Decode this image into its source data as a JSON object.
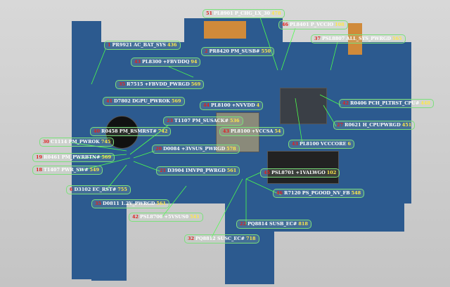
{
  "labels": [
    {
      "num": "1",
      "ref": "PR9921 AC_BAT_SYS",
      "value": "436"
    },
    {
      "num": "51",
      "ref": "PL8901 P_CHG_LX_30",
      "value": "478"
    },
    {
      "num": "46",
      "ref": "PL8401 P_VCCIO",
      "value": "108"
    },
    {
      "num": "2",
      "ref": "PR8420 PM_SUSB#",
      "value": "550"
    },
    {
      "num": "43",
      "ref": "PL8300 +FBVDDQ",
      "value": "94"
    },
    {
      "num": "37",
      "ref": "PSL8807 ALL_SYS_PWRGD",
      "value": "565"
    },
    {
      "num": "35",
      "ref": "R7515 +FBVDD_PWRGD",
      "value": "569"
    },
    {
      "num": "41",
      "ref": "D7802 DGPU_PWROK",
      "value": "569"
    },
    {
      "num": "44",
      "ref": "PL8100 +NVVDD",
      "value": "4"
    },
    {
      "num": "42",
      "ref": "R0406 PCH_PLTRST_CPU#",
      "value": "448"
    },
    {
      "num": "27",
      "ref": "R0621 H_CPUPWRGD",
      "value": "451"
    },
    {
      "num": "23",
      "ref": "T1107 PM_SUSACK#",
      "value": "536"
    },
    {
      "num": "43",
      "ref": "PL8100 +VCCSA",
      "value": "54"
    },
    {
      "num": "43",
      "ref": "PL8100 VCCCORE",
      "value": "6"
    },
    {
      "num": "40",
      "ref": "R0458 PM_RSMRST#",
      "value": "742"
    },
    {
      "num": "30",
      "ref": "C1114 PM_PWROK",
      "value": "745"
    },
    {
      "num": "19",
      "ref": "R0461 PM_PWRBTN#",
      "value": "569"
    },
    {
      "num": "18",
      "ref": "T1407 PWR_SW#",
      "value": "549"
    },
    {
      "num": "20",
      "ref": "D0084 +3VSUS_PWRGD",
      "value": "578"
    },
    {
      "num": "21",
      "ref": "D3904 IMVP8_PWRGD",
      "value": "561"
    },
    {
      "num": "6",
      "ref": "D3102 EC_RST#",
      "value": "755"
    },
    {
      "num": "45",
      "ref": "PSL8701 +1VALWGO",
      "value": "102"
    },
    {
      "num": "46",
      "ref": "R7120 PS_PGOOD_NV_FB",
      "value": "548"
    },
    {
      "num": "35",
      "ref": "D0811 1.2V_PWRGD",
      "value": "561"
    },
    {
      "num": "42",
      "ref": "PSL8700 +5VSUS0",
      "value": "541"
    },
    {
      "num": "22",
      "ref": "PQ8814 SUSB_EC#",
      "value": "818"
    },
    {
      "num": "32",
      "ref": "PQ8812 SUSC_EC#",
      "value": "718"
    }
  ],
  "colors": {
    "board": "#2c5a8f",
    "leader": "#4cff4c",
    "num": "#e02020",
    "value": "#ffe84a"
  }
}
